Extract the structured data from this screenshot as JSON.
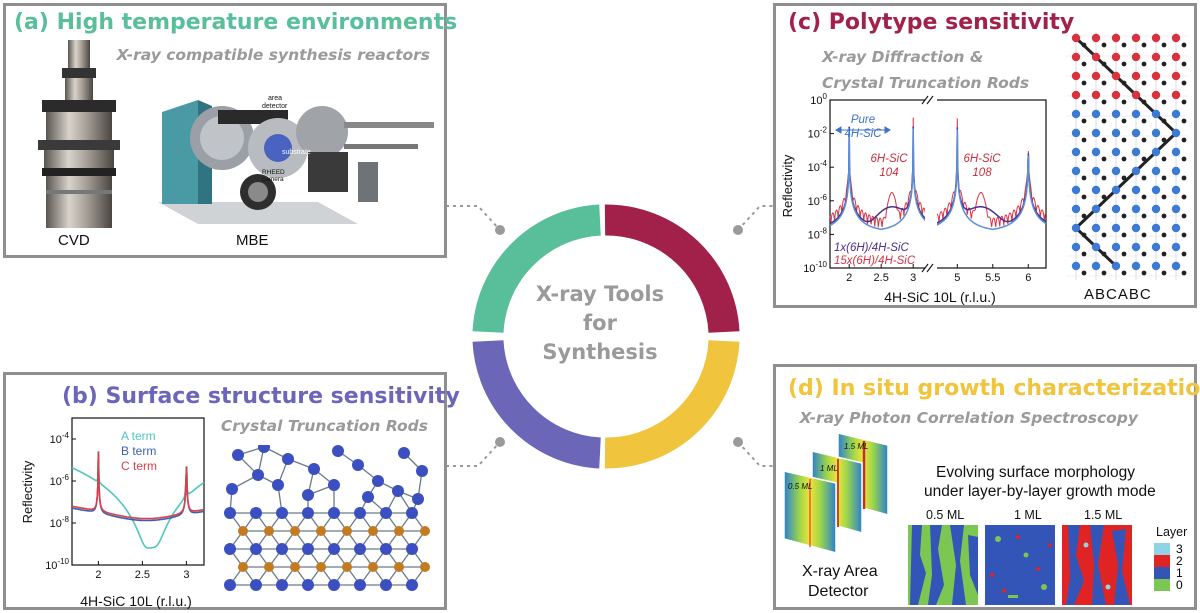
{
  "center": {
    "line1": "X-ray Tools",
    "line2": "for",
    "line3": "Synthesis"
  },
  "colors": {
    "a": "#58bf9a",
    "b": "#6b66b8",
    "c": "#a1214a",
    "d": "#f0c43c",
    "gray": "#9a9a9a"
  },
  "panel_a": {
    "title": "(a) High temperature environments",
    "subtitle": "X-ray compatible synthesis reactors",
    "label_cvd": "CVD",
    "label_mbe": "MBE",
    "mbe_labels": {
      "area": "area",
      "detector": "detector",
      "substrate": "substrate",
      "rheed": "RHEED",
      "camera": "camera"
    }
  },
  "panel_b": {
    "title": "(b) Surface structure sensitivity",
    "subtitle": "Crystal Truncation Rods",
    "chart_data": {
      "type": "line",
      "xlabel": "4H-SiC 10L (r.l.u.)",
      "ylabel": "Reflectivity",
      "yscale": "log",
      "xlim": [
        1.7,
        3.2
      ],
      "ylim": [
        1e-10,
        0.001
      ],
      "xticks": [
        "2",
        "2.5",
        "3"
      ],
      "yticks": [
        "10-4",
        "10-6",
        "10-8",
        "10-10"
      ],
      "series": [
        {
          "name": "A term",
          "color": "#4dc7c0",
          "min_value": 5e-10
        },
        {
          "name": "B term",
          "color": "#3d5fb0",
          "min_value": 1.3e-08
        },
        {
          "name": "C term",
          "color": "#d9404a",
          "min_value": 1.6e-08
        }
      ]
    }
  },
  "panel_c": {
    "title": "(c) Polytype sensitivity",
    "subtitle1": "X-ray Diffraction &",
    "subtitle2": "Crystal Truncation Rods",
    "stack_label": "ABCABC",
    "chart_data": {
      "type": "line",
      "xlabel": "4H-SiC 10L (r.l.u.)",
      "ylabel": "Reflectivity",
      "yscale": "log",
      "ylim": [
        1e-10,
        1
      ],
      "xticks": [
        "2",
        "2.5",
        "3",
        "5",
        "5.5",
        "6"
      ],
      "yticks": [
        "10^0",
        "10^-2",
        "10^-4",
        "10^-6",
        "10^-8",
        "10^-10"
      ],
      "annotations": {
        "pure1": "Pure",
        "pure2": "4H-SiC",
        "p104a": "6H-SiC",
        "p104b": "104",
        "p108a": "6H-SiC",
        "p108b": "108"
      },
      "series": [
        {
          "name": "Pure 4H-SiC",
          "color": "#5b8fd6"
        },
        {
          "name": "1x(6H)/4H-SiC",
          "color": "#4b2f8f"
        },
        {
          "name": "15x(6H)/4H-SiC",
          "color": "#d93344"
        }
      ]
    }
  },
  "panel_d": {
    "title": "(d) In situ growth characterization",
    "subtitle": "X-ray Photon Correlation Spectroscopy",
    "heading1": "Evolving surface morphology",
    "heading2": "under layer-by-layer growth mode",
    "detector_label1": "X-ray Area",
    "detector_label2": "Detector",
    "frames": [
      "0.5 ML",
      "1 ML",
      "1.5 ML"
    ],
    "maps": [
      "0.5 ML",
      "1 ML",
      "1.5 ML"
    ],
    "legend_title": "Layer",
    "legend": [
      {
        "label": "3",
        "color": "#8fd3e6"
      },
      {
        "label": "2",
        "color": "#e02424"
      },
      {
        "label": "1",
        "color": "#3355b8"
      },
      {
        "label": "0",
        "color": "#7cc652"
      }
    ]
  }
}
